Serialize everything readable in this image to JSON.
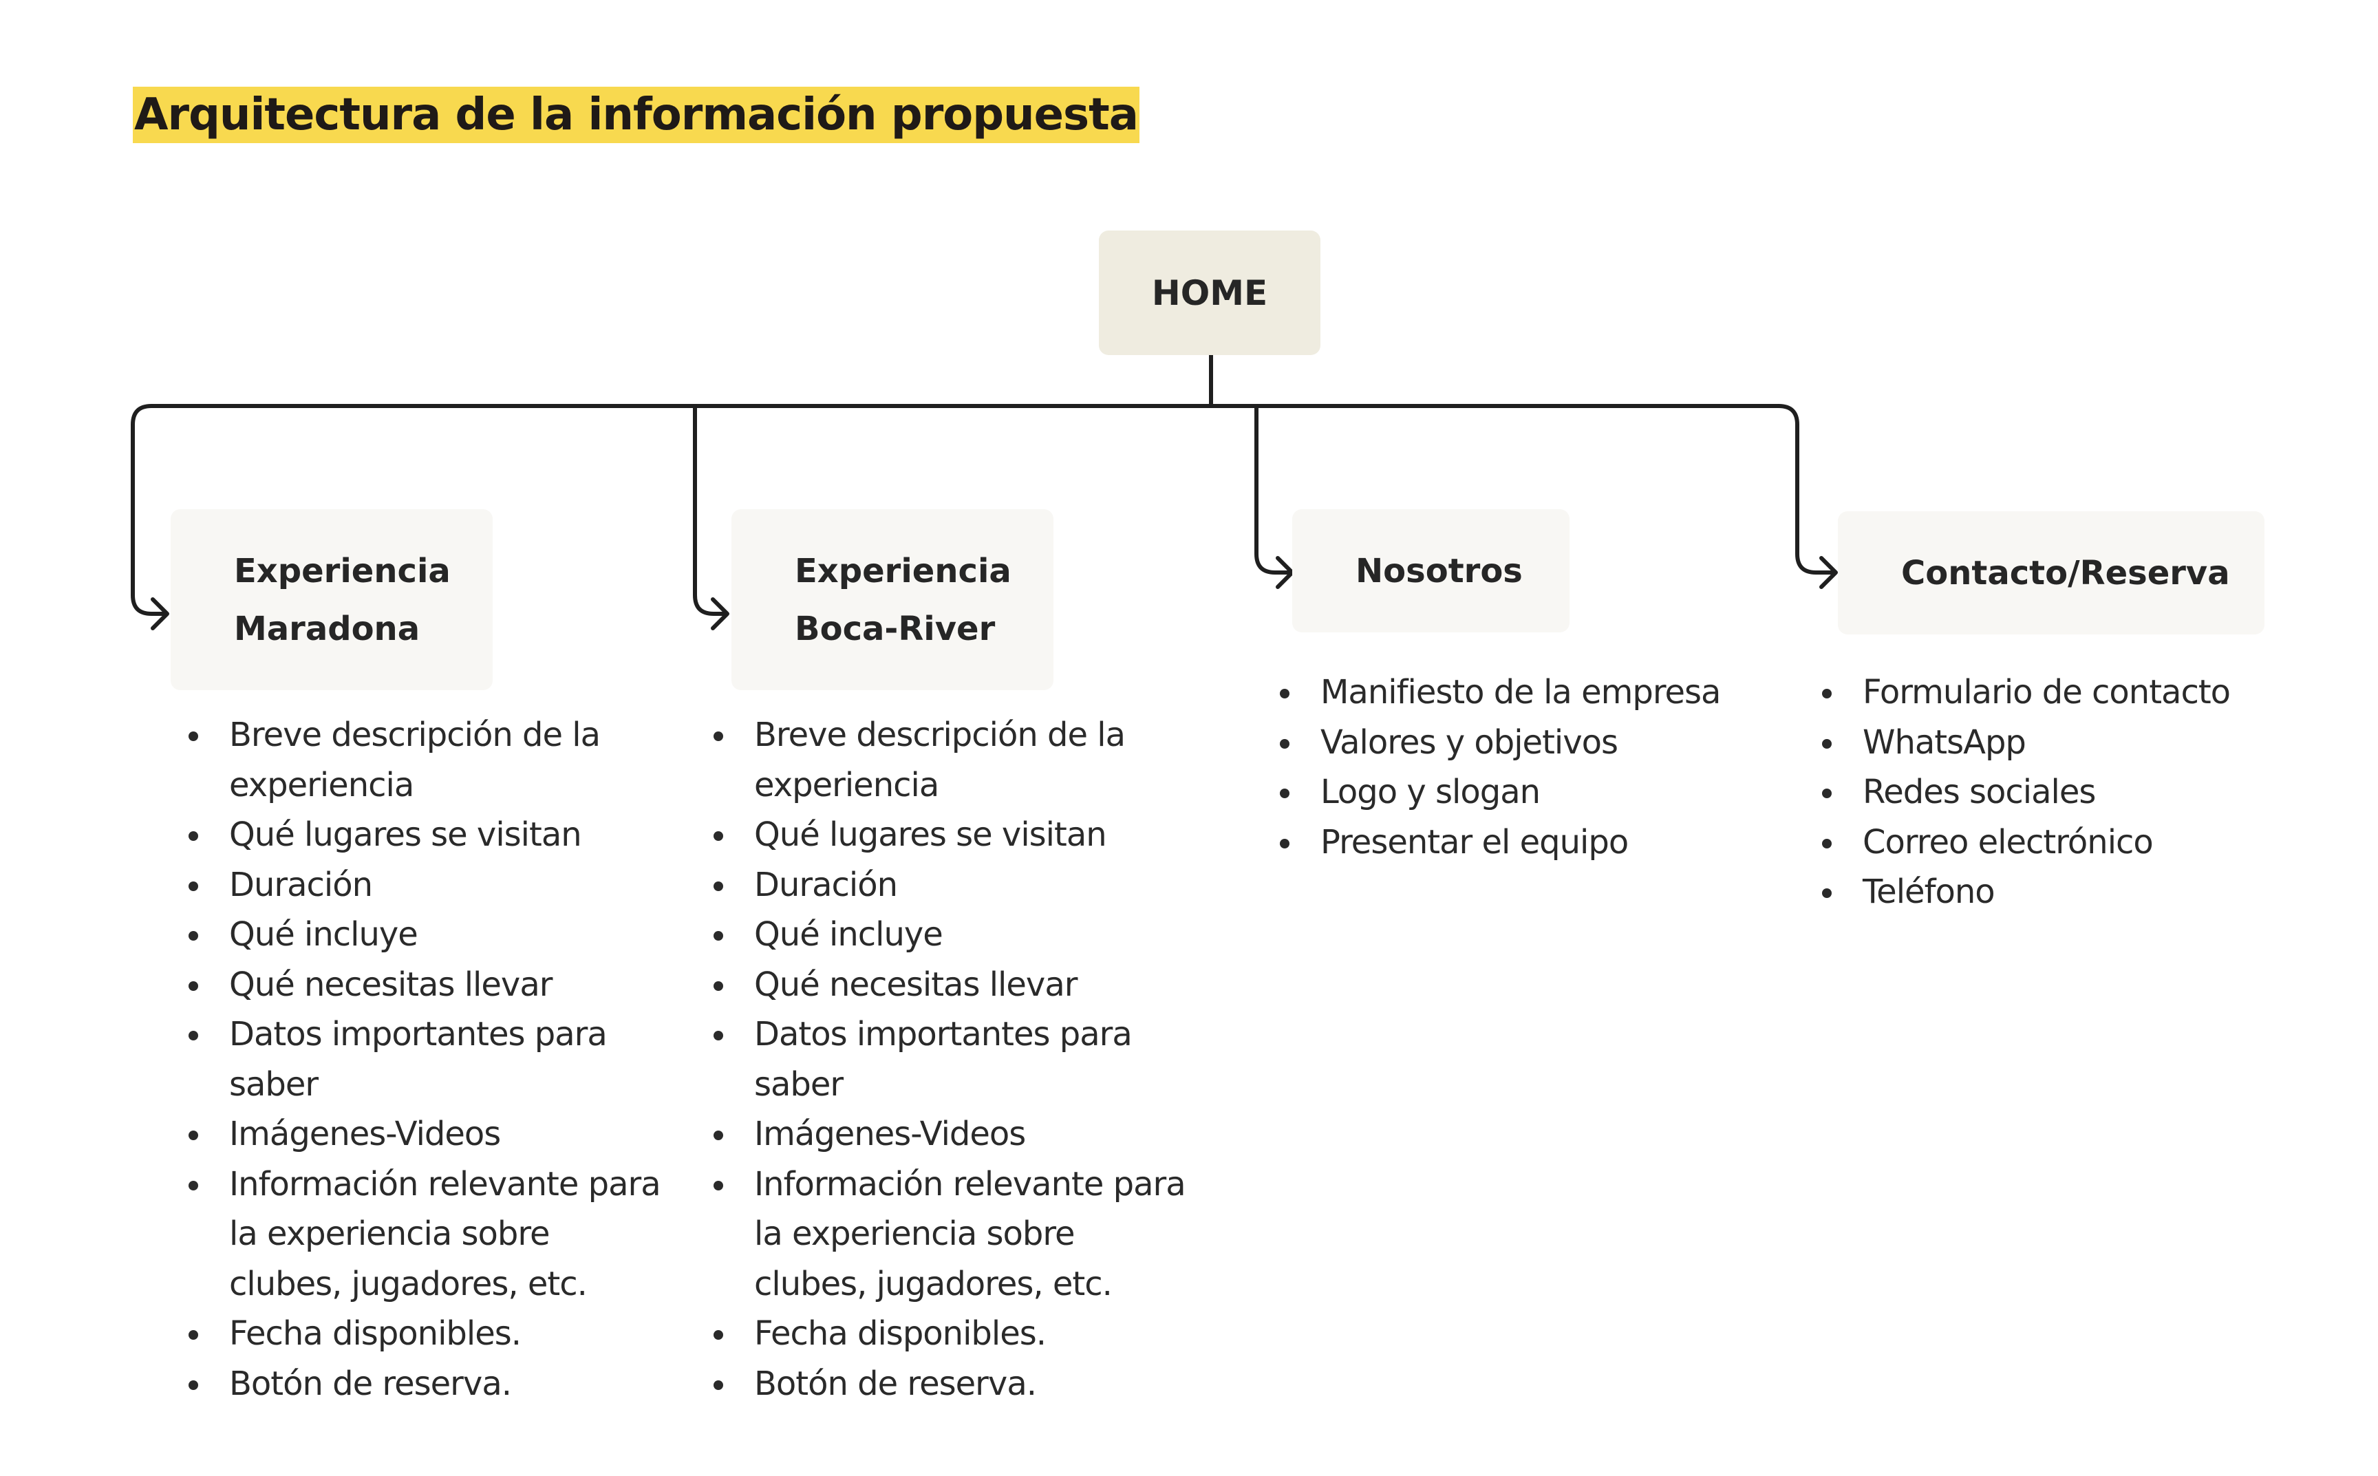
{
  "title": "Arquitectura de la información propuesta",
  "colors": {
    "title_highlight": "#f8d94f",
    "home_box": "#efece0",
    "child_box": "#f8f7f4",
    "connector": "#1f1f1f"
  },
  "root": {
    "label": "HOME"
  },
  "children": [
    {
      "label_lines": [
        "Experiencia",
        "Maradona"
      ],
      "items": [
        "Breve descripción de la experiencia",
        "Qué lugares se visitan",
        "Duración",
        "Qué incluye",
        "Qué necesitas llevar",
        "Datos importantes para saber",
        "Imágenes-Videos",
        "Información relevante para la experiencia sobre clubes, jugadores, etc.",
        "Fecha disponibles.",
        "Botón de reserva."
      ]
    },
    {
      "label_lines": [
        "Experiencia",
        "Boca-River"
      ],
      "items": [
        "Breve descripción de la experiencia",
        "Qué lugares se visitan",
        "Duración",
        "Qué incluye",
        "Qué necesitas llevar",
        "Datos importantes para saber",
        "Imágenes-Videos",
        "Información relevante para la experiencia sobre clubes, jugadores, etc.",
        "Fecha disponibles.",
        "Botón de reserva."
      ]
    },
    {
      "label_lines": [
        "Nosotros"
      ],
      "items": [
        "Manifiesto de la empresa",
        "Valores y objetivos",
        "Logo y slogan",
        "Presentar el equipo"
      ]
    },
    {
      "label_lines": [
        "Contacto/Reserva"
      ],
      "items": [
        "Formulario de contacto",
        "WhatsApp",
        "Redes sociales",
        "Correo electrónico",
        "Teléfono"
      ]
    }
  ]
}
